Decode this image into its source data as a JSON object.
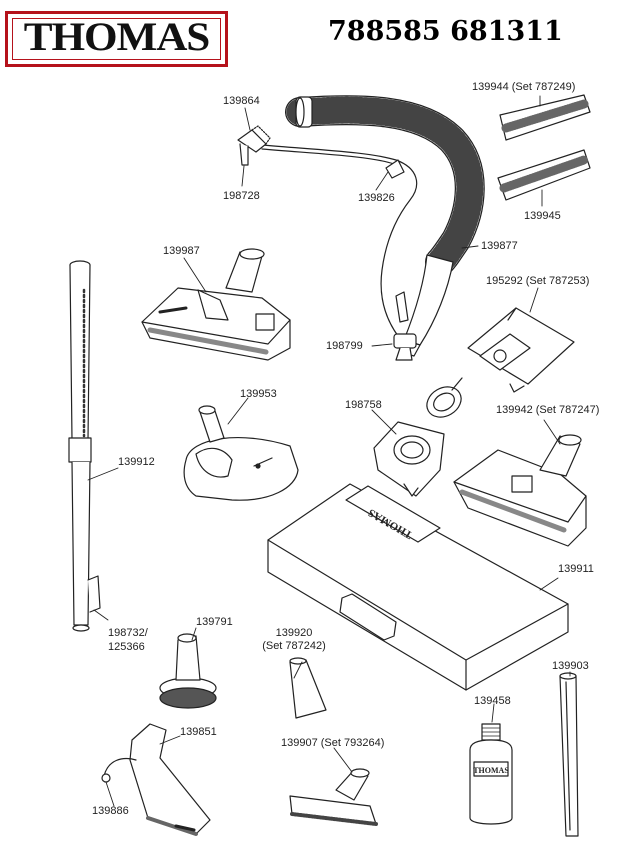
{
  "header": {
    "brand": "THOMAS",
    "article_number": "788585 681311"
  },
  "parts": {
    "p139864": "139864",
    "p198728": "198728",
    "p139826": "139826",
    "p139877": "139877",
    "p139944": "139944 (Set 787249)",
    "p139945": "139945",
    "p139987": "139987",
    "p195292": "195292 (Set 787253)",
    "p198799": "198799",
    "p198758": "198758",
    "p139942": "139942 (Set 787247)",
    "p139953": "139953",
    "p139912": "139912",
    "p139911": "139911",
    "p198732a": "198732/",
    "p198732b": "125366",
    "p139791": "139791",
    "p139920a": "139920",
    "p139920b": "(Set 787242)",
    "p139903": "139903",
    "p139458": "139458",
    "p139851": "139851",
    "p139907": "139907 (Set 793264)",
    "p139886": "139886"
  },
  "embedded_text": {
    "case_logo": "THOMAS",
    "bottle_logo": "THOMAS"
  },
  "colors": {
    "brand_red": "#b5121b",
    "line": "#222222",
    "shade": "#9a9a9a"
  }
}
